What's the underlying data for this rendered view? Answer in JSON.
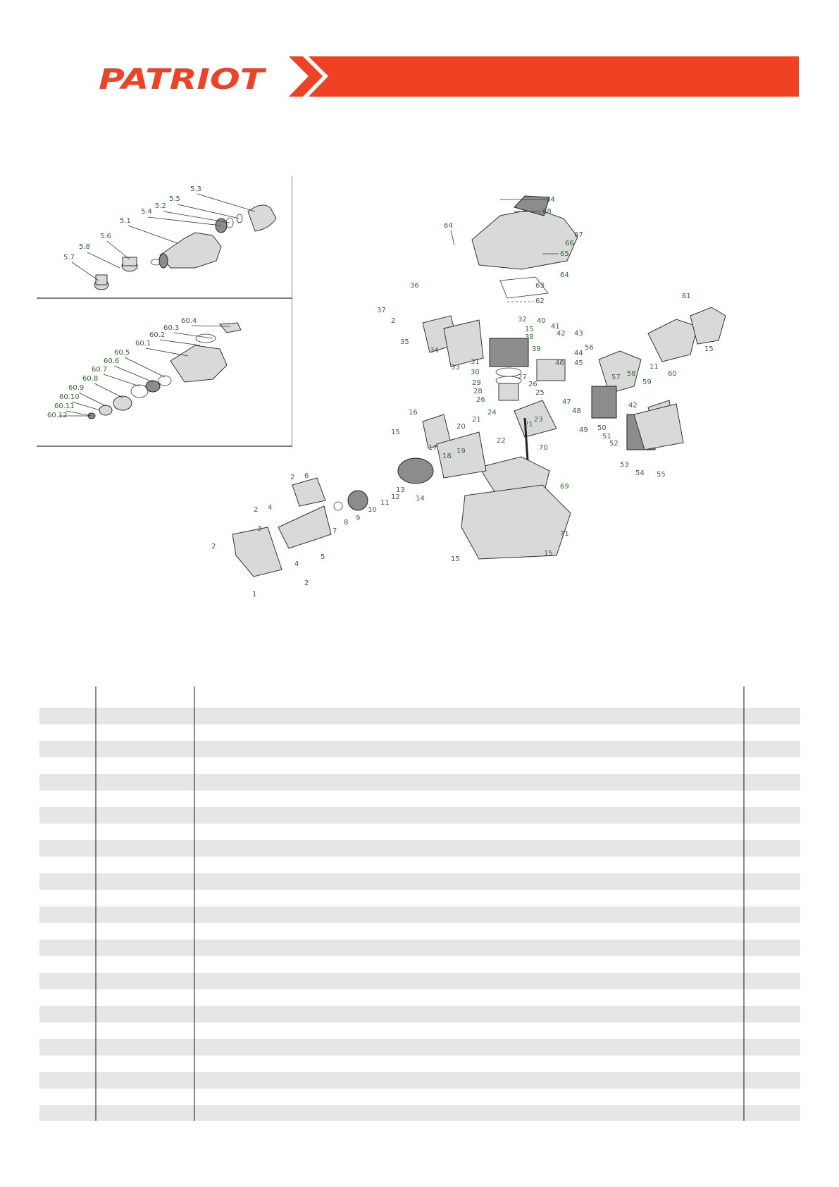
{
  "brand": {
    "logo_text": "PATRIOT",
    "accent_color": "#ef4123"
  },
  "inset_clutch": {
    "labels": [
      "5.3",
      "5.5",
      "5.2",
      "5.4",
      "5.1",
      "5.6",
      "5.8",
      "5.7"
    ]
  },
  "inset_starter": {
    "labels": [
      "60.4",
      "60.3",
      "60.2",
      "60.1",
      "60.5",
      "60.6",
      "60.7",
      "60.8",
      "60.9",
      "60.10",
      "60.11",
      "60.12"
    ]
  },
  "main_diagram": {
    "callouts": [
      "64",
      "68",
      "64",
      "67",
      "66",
      "65",
      "64",
      "63",
      "62",
      "36",
      "37",
      "2",
      "35",
      "34",
      "33",
      "32",
      "15",
      "38",
      "40",
      "41",
      "42",
      "43",
      "39",
      "44",
      "45",
      "46",
      "31",
      "30",
      "29",
      "28",
      "26",
      "27",
      "26",
      "25",
      "56",
      "61",
      "15",
      "11",
      "60",
      "57",
      "58",
      "59",
      "47",
      "48",
      "49",
      "50",
      "51",
      "52",
      "42",
      "53",
      "54",
      "55",
      "24",
      "21",
      "22",
      "23",
      "21",
      "20",
      "16",
      "15",
      "17",
      "18",
      "19",
      "70",
      "69",
      "71",
      "15",
      "15",
      "14",
      "13",
      "12",
      "11",
      "10",
      "9",
      "8",
      "7",
      "6",
      "2",
      "2",
      "4",
      "3",
      "5",
      "2",
      "4",
      "2",
      "1"
    ]
  },
  "table": {
    "row_count": 25,
    "stripe_color": "#e6e6e6"
  }
}
